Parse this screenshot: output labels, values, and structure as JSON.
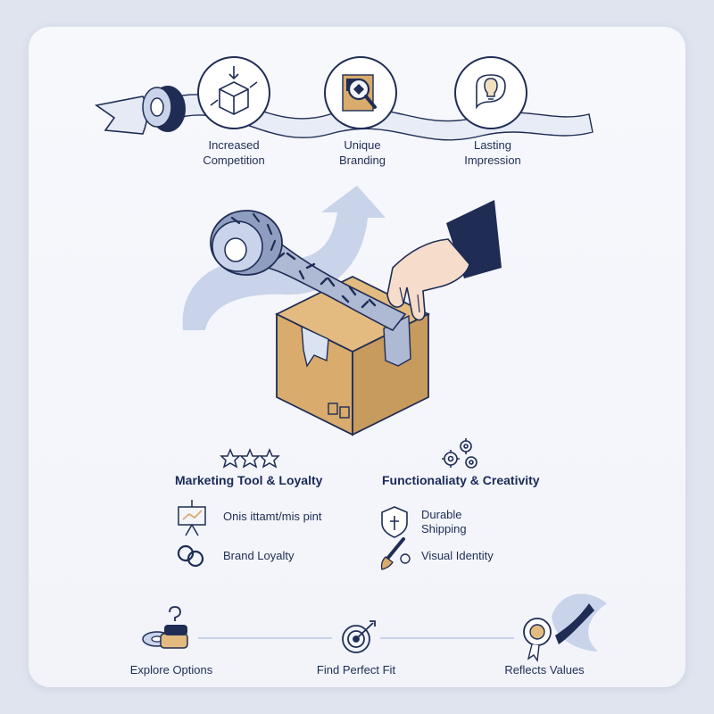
{
  "top_steps": [
    {
      "label": "Increased\nCompetition",
      "icon": "box-arrows-icon"
    },
    {
      "label": "Unique\nBranding",
      "icon": "magnifier-logo-icon"
    },
    {
      "label": "Lasting\nImpression",
      "icon": "lightbulb-icon"
    }
  ],
  "left_column": {
    "heading": "Marketing Tool & Loyalty",
    "items": [
      {
        "label": "Onis ittamt/mis pint",
        "icon": "presentation-board-icon"
      },
      {
        "label": "Brand Loyalty",
        "icon": "linked-rings-icon"
      }
    ]
  },
  "right_column": {
    "heading": "Functionaliaty & Creativity",
    "items": [
      {
        "label": "Durable\nShipping",
        "icon": "shield-icon"
      },
      {
        "label": "Visual Identity",
        "icon": "paintbrush-icon"
      }
    ]
  },
  "bottom_steps": [
    {
      "label": "Explore Options",
      "icon": "tape-rolls-question-icon"
    },
    {
      "label": "Find Perfect Fit",
      "icon": "target-arrow-icon"
    },
    {
      "label": "Reflects Values",
      "icon": "award-ribbon-icon"
    }
  ],
  "colors": {
    "navy": "#1f2d55",
    "cardboard": "#d9ab6c",
    "pale_blue": "#c9d3ea"
  }
}
